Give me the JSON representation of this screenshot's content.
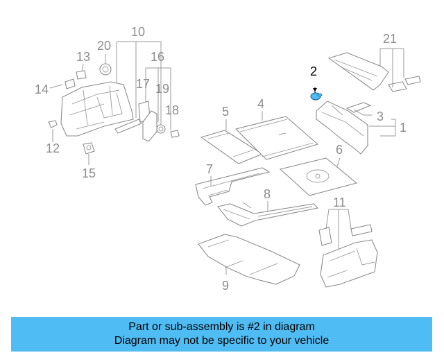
{
  "diagram": {
    "callouts": {
      "c1": "1",
      "c2": "2",
      "c3": "3",
      "c4": "4",
      "c5": "5",
      "c6": "6",
      "c7": "7",
      "c8": "8",
      "c9": "9",
      "c10": "10",
      "c11": "11",
      "c12": "12",
      "c13": "13",
      "c14": "14",
      "c15": "15",
      "c16": "16",
      "c17": "17",
      "c18": "18",
      "c19": "19",
      "c20": "20",
      "c21": "21"
    },
    "highlight_part": "2",
    "colors": {
      "line": "#8c8c8c",
      "highlight_fill": "#4fbcf3",
      "highlight_stroke": "#1b5e8a"
    }
  },
  "caption": {
    "line1": "Part or sub-assembly is #2 in diagram",
    "line2": "Diagram may not be specific to your vehicle",
    "background": "#4fbcf3"
  }
}
